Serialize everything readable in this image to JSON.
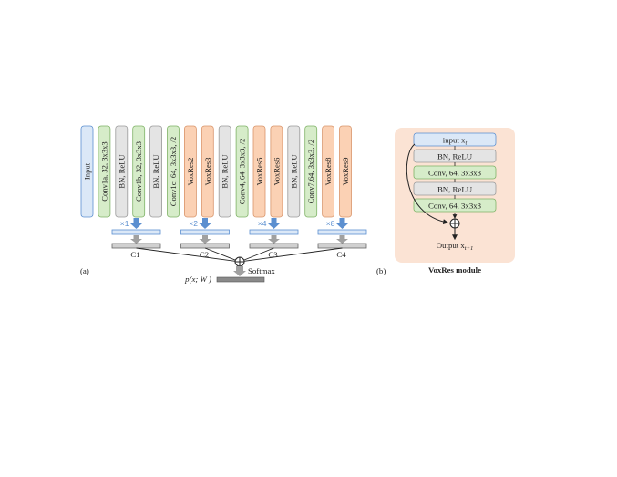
{
  "colors": {
    "input_fill": "#dbe8f7",
    "input_stroke": "#5b8fd0",
    "conv_fill": "#d6ecc9",
    "conv_stroke": "#7fb266",
    "bn_fill": "#e4e4e4",
    "bn_stroke": "#9a9a9a",
    "voxres_fill": "#fbd1b4",
    "voxres_stroke": "#d9956b",
    "arrow_blue": "#5b8fd0",
    "arrow_gray": "#a0a0a0",
    "module_bg": "#fbe3d4"
  },
  "panel_a": {
    "label": "(a)",
    "layers": [
      {
        "id": "input",
        "text": "Input",
        "type": "input"
      },
      {
        "id": "conv1a",
        "text": "Conv1a, 32, 3x3x3",
        "type": "conv"
      },
      {
        "id": "bn1",
        "text": "BN, ReLU",
        "type": "bn"
      },
      {
        "id": "conv1b",
        "text": "Conv1b, 32, 3x3x3",
        "type": "conv"
      },
      {
        "id": "bn2",
        "text": "BN, ReLU",
        "type": "bn"
      },
      {
        "id": "conv1c",
        "text": "Conv1c, 64, 3x3x3, /2",
        "type": "conv"
      },
      {
        "id": "voxres2",
        "text": "VoxRes2",
        "type": "voxres"
      },
      {
        "id": "voxres3",
        "text": "VoxRes3",
        "type": "voxres"
      },
      {
        "id": "bn3",
        "text": "BN, ReLU",
        "type": "bn"
      },
      {
        "id": "conv4",
        "text": "Conv4, 64, 3x3x3, /2",
        "type": "conv"
      },
      {
        "id": "voxres5",
        "text": "VoxRes5",
        "type": "voxres"
      },
      {
        "id": "voxres6",
        "text": "VoxRes6",
        "type": "voxres"
      },
      {
        "id": "bn4",
        "text": "BN, ReLU",
        "type": "bn"
      },
      {
        "id": "conv7",
        "text": "Conv7,64, 3x3x3, /2",
        "type": "conv"
      },
      {
        "id": "voxres8",
        "text": "VoxRes8",
        "type": "voxres"
      },
      {
        "id": "voxres9",
        "text": "VoxRes9",
        "type": "voxres"
      }
    ],
    "branches": [
      {
        "scale": "×1",
        "classifier": "C1"
      },
      {
        "scale": "×2",
        "classifier": "C2"
      },
      {
        "scale": "×4",
        "classifier": "C3"
      },
      {
        "scale": "×8",
        "classifier": "C4"
      }
    ],
    "softmax": "Softmax",
    "output": "p(x; W )"
  },
  "panel_b": {
    "label": "(b)",
    "title": "VoxRes module",
    "input": "input x",
    "input_sub": "t",
    "blocks": [
      {
        "text": "BN, ReLU",
        "type": "bn"
      },
      {
        "text": "Conv, 64, 3x3x3",
        "type": "conv"
      },
      {
        "text": "BN, ReLU",
        "type": "bn"
      },
      {
        "text": "Conv, 64, 3x3x3",
        "type": "conv"
      }
    ],
    "output": "Output x",
    "output_sub": "t+1"
  }
}
